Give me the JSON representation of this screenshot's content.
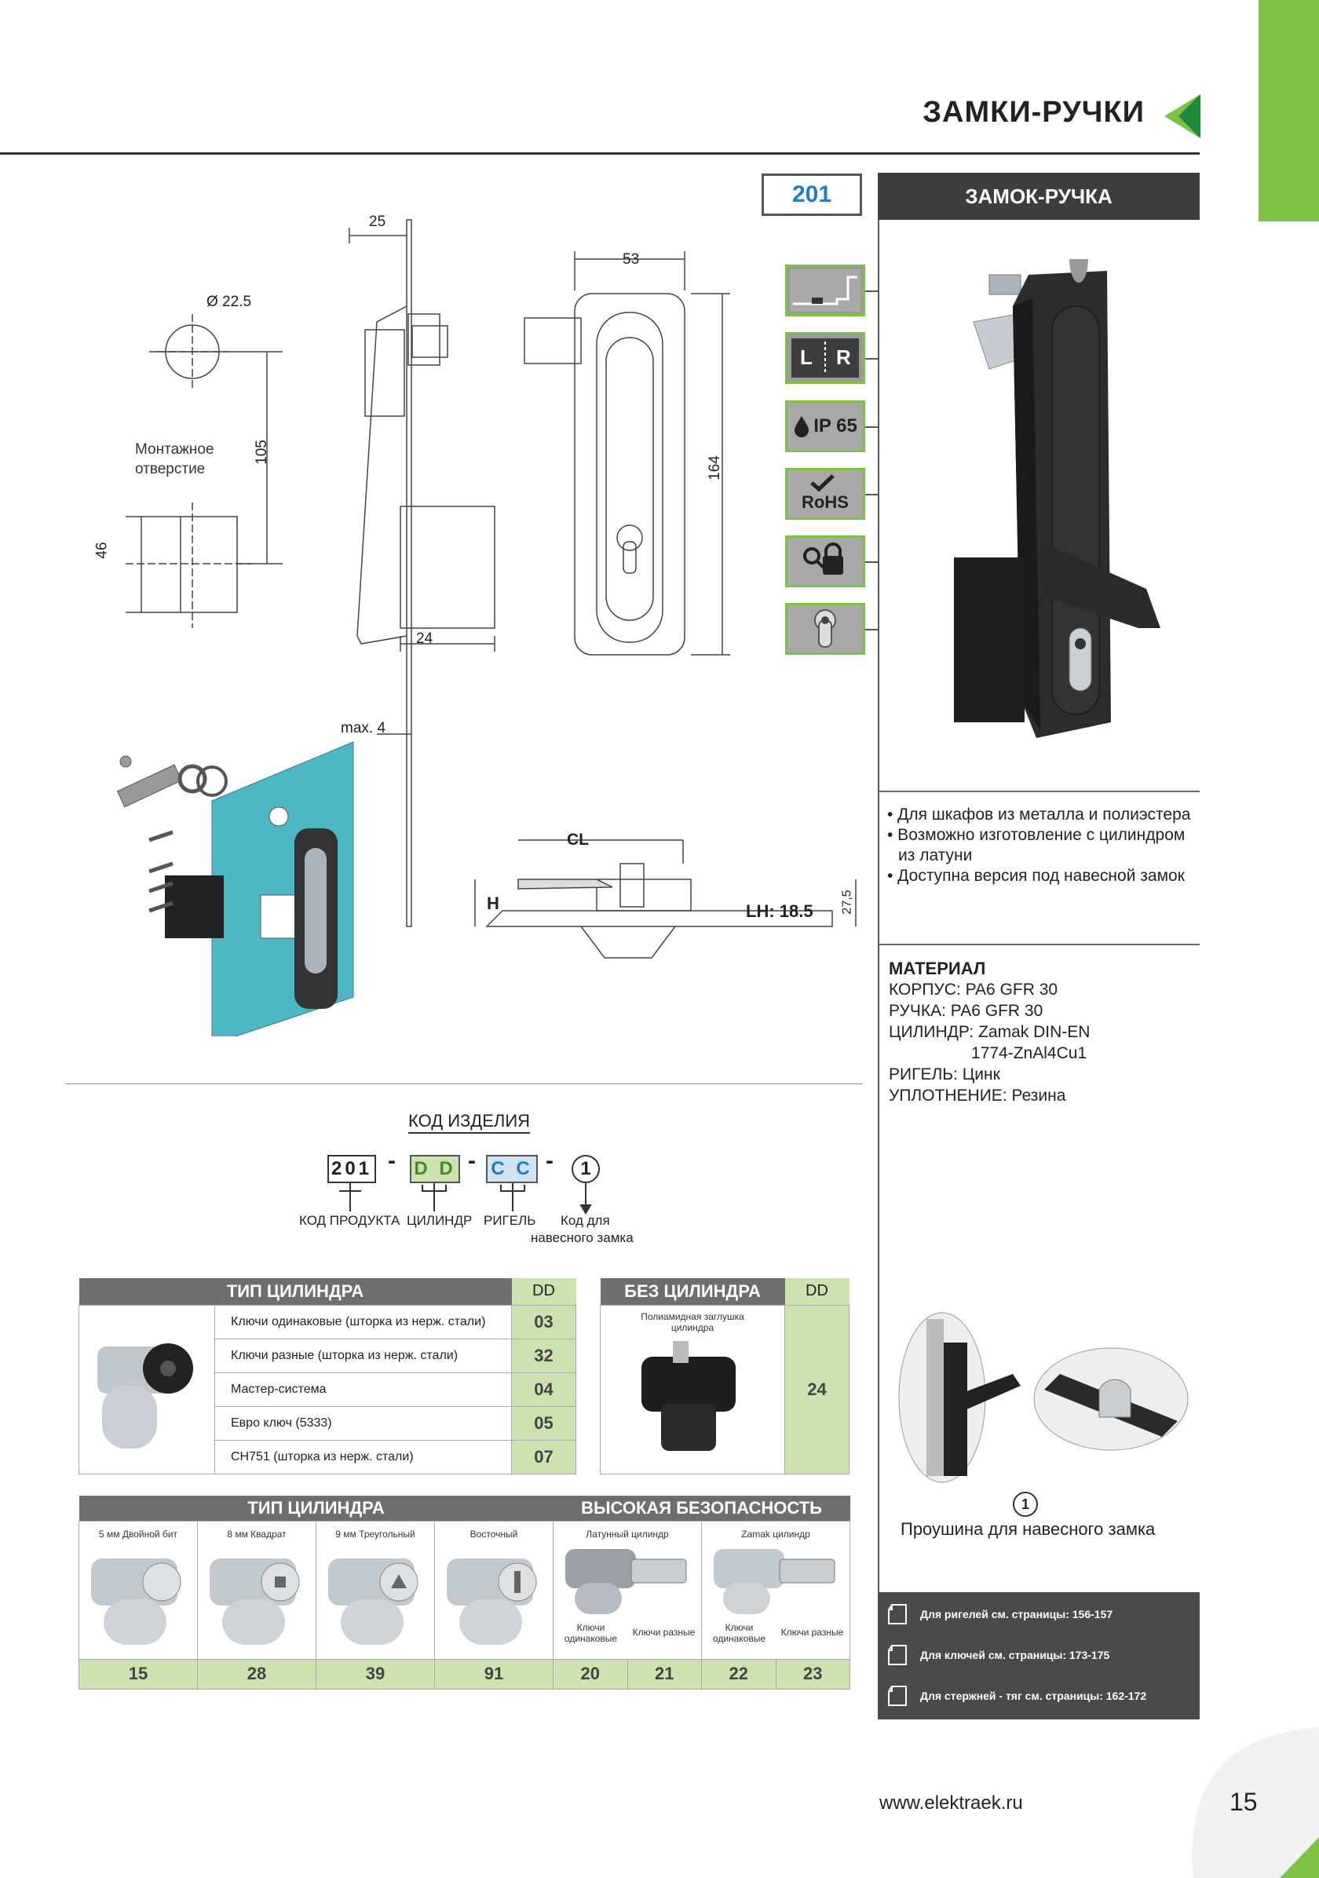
{
  "header": {
    "title": "ЗАМКИ-РУЧКИ"
  },
  "product": {
    "code": "201",
    "title": "ЗАМОК-РУЧКА"
  },
  "icons": [
    {
      "name": "panel-mount-icon",
      "label": ""
    },
    {
      "name": "left-right-icon",
      "left": "L",
      "right": "R"
    },
    {
      "name": "ip65-icon",
      "label": "IP 65"
    },
    {
      "name": "rohs-icon",
      "label": "RoHS"
    },
    {
      "name": "padlock-key-icon",
      "label": ""
    },
    {
      "name": "cylinder-icon",
      "label": ""
    }
  ],
  "drawing": {
    "mounting_hole_label": [
      "Монтажное",
      "отверстие"
    ],
    "dim_diameter": "Ø 22.5",
    "dim_square": "46",
    "dim_105": "105",
    "dim_25": "25",
    "dim_24": "24",
    "dim_max4": "max. 4",
    "dim_53": "53",
    "dim_164": "164",
    "dim_cl": "CL",
    "dim_h": "H",
    "dim_lh": "LH: 18.5",
    "dim_275": "27,5"
  },
  "features": [
    "• Для шкафов из металла и полиэстера",
    "• Возможно изготовление с цилиндром из латуни",
    "• Доступна версия под навесной замок"
  ],
  "material": {
    "title": "МАТЕРИАЛ",
    "lines": [
      "КОРПУС:  PA6 GFR 30",
      "РУЧКА:     PA6 GFR 30",
      "ЦИЛИНДР: Zamak DIN-EN",
      "                  1774-ZnAl4Cu1",
      "РИГЕЛЬ: Цинк",
      "УПЛОТНЕНИЕ: Резина"
    ]
  },
  "product_code": {
    "title": "КОД ИЗДЕЛИЯ",
    "parts": [
      "201",
      "D D",
      "C C",
      "1"
    ],
    "dash": "-",
    "labels": [
      "КОД ПРОДУКТА",
      "ЦИЛИНДР",
      "РИГЕЛЬ",
      "Код для",
      "навесного замка"
    ]
  },
  "cylinder_table": {
    "title": "ТИП ЦИЛИНДРА",
    "dd": "DD",
    "rows": [
      {
        "label": "Ключи одинаковые (шторка из нерж. стали)",
        "code": "03"
      },
      {
        "label": "Ключи разные (шторка из нерж. стали)",
        "code": "32"
      },
      {
        "label": "Мастер-система",
        "code": "04"
      },
      {
        "label": "Евро ключ (5333)",
        "code": "05"
      },
      {
        "label": "CH751 (шторка из нерж. стали)",
        "code": "07"
      }
    ]
  },
  "no_cylinder": {
    "title": "БЕЗ ЦИЛИНДРА",
    "dd": "DD",
    "caption": [
      "Полиамидная заглушка",
      "цилиндра"
    ],
    "code": "24"
  },
  "cylinder_types": {
    "title": "ТИП ЦИЛИНДРА",
    "items": [
      {
        "label": "5 мм Двойной бит",
        "code": "15"
      },
      {
        "label": "8 мм Квадрат",
        "code": "28"
      },
      {
        "label": "9 мм Треугольный",
        "code": "39"
      },
      {
        "label": "Восточный",
        "code": "91"
      }
    ]
  },
  "high_security": {
    "title": "ВЫСОКАЯ БЕЗОПАСНОСТЬ",
    "groups": [
      "Латунный цилиндр",
      "Zamak цилиндр"
    ],
    "items": [
      {
        "label": [
          "Ключи",
          "одинаковые"
        ],
        "code": "20"
      },
      {
        "label": [
          "Ключи разные"
        ],
        "code": "21"
      },
      {
        "label": [
          "Ключи",
          "одинаковые"
        ],
        "code": "22"
      },
      {
        "label": [
          "Ключи разные"
        ],
        "code": "23"
      }
    ]
  },
  "padlock": {
    "badge": "1",
    "caption": "Проушина для навесного замка"
  },
  "references": [
    "Для ригелей см. страницы: 156-157",
    "Для ключей см. страницы: 173-175",
    "Для стержней - тяг см. страницы: 162-172"
  ],
  "footer": {
    "url": "www.elektraek.ru",
    "page": "15"
  }
}
